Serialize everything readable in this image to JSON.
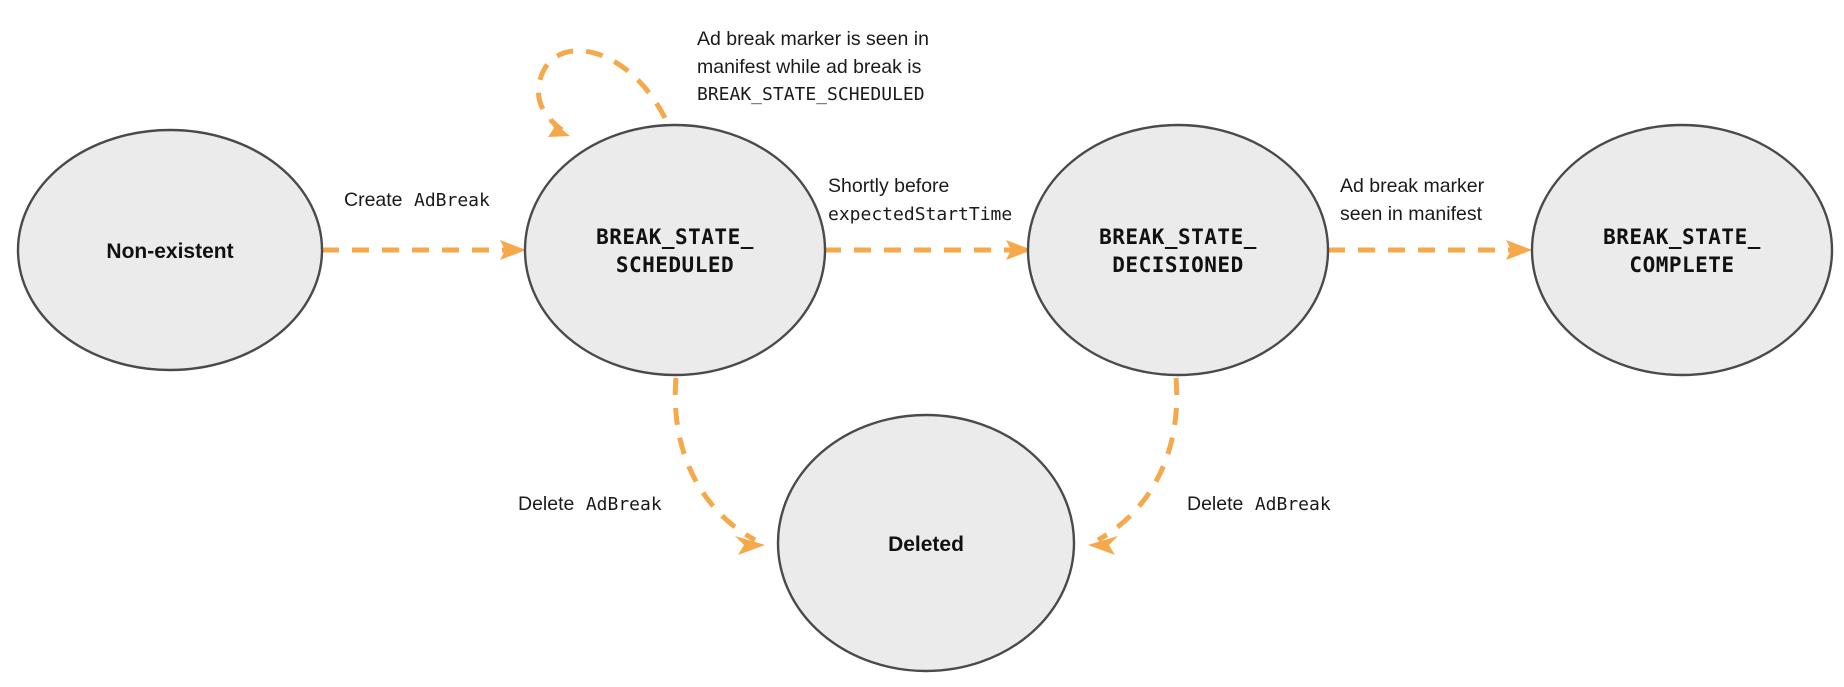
{
  "title": "Ad break state machine",
  "colors": {
    "node_fill": "#ebebeb",
    "node_stroke": "#4a4a4a",
    "edge": "#f5a94a",
    "text": "#111111",
    "background": "#ffffff"
  },
  "nodes": [
    {
      "id": "non_existent",
      "label_line1": "Non-existent",
      "label_line2": "",
      "style": "sans"
    },
    {
      "id": "scheduled",
      "label_line1": "BREAK_STATE_",
      "label_line2": "SCHEDULED",
      "style": "mono"
    },
    {
      "id": "decisioned",
      "label_line1": "BREAK_STATE_",
      "label_line2": "DECISIONED",
      "style": "mono"
    },
    {
      "id": "complete",
      "label_line1": "BREAK_STATE_",
      "label_line2": "COMPLETE",
      "style": "mono"
    },
    {
      "id": "deleted",
      "label_line1": "Deleted",
      "label_line2": "",
      "style": "sans"
    }
  ],
  "edges": [
    {
      "id": "create",
      "from": "non_existent",
      "to": "scheduled",
      "label_lines": [
        {
          "text": "Create ",
          "font": "sans"
        },
        {
          "text": "AdBreak",
          "font": "mono"
        }
      ]
    },
    {
      "id": "self_loop_scheduled",
      "from": "scheduled",
      "to": "scheduled",
      "label_lines": [
        {
          "text": "Ad break marker is seen in",
          "font": "sans"
        },
        {
          "text": "manifest while ad break is",
          "font": "sans"
        },
        {
          "text": "BREAK_STATE_SCHEDULED",
          "font": "mono"
        }
      ]
    },
    {
      "id": "scheduled_to_decisioned",
      "from": "scheduled",
      "to": "decisioned",
      "label_lines": [
        {
          "text": "Shortly before",
          "font": "sans"
        },
        {
          "text": "expectedStartTime",
          "font": "mono"
        }
      ]
    },
    {
      "id": "decisioned_to_complete",
      "from": "decisioned",
      "to": "complete",
      "label_lines": [
        {
          "text": "Ad break marker",
          "font": "sans"
        },
        {
          "text": "seen in manifest",
          "font": "sans"
        }
      ]
    },
    {
      "id": "scheduled_to_deleted",
      "from": "scheduled",
      "to": "deleted",
      "label_lines": [
        {
          "text": "Delete ",
          "font": "sans"
        },
        {
          "text": "AdBreak",
          "font": "mono"
        }
      ]
    },
    {
      "id": "decisioned_to_deleted",
      "from": "decisioned",
      "to": "deleted",
      "label_lines": [
        {
          "text": "Delete ",
          "font": "sans"
        },
        {
          "text": "AdBreak",
          "font": "mono"
        }
      ]
    }
  ],
  "labels": {
    "node0_l1": "Non-existent",
    "node1_l1": "BREAK_STATE_",
    "node1_l2": "SCHEDULED",
    "node2_l1": "BREAK_STATE_",
    "node2_l2": "DECISIONED",
    "node3_l1": "BREAK_STATE_",
    "node3_l2": "COMPLETE",
    "node4_l1": "Deleted",
    "edge_create_sans": "Create",
    "edge_create_mono": "AdBreak",
    "edge_loop_l1": "Ad break marker is seen in",
    "edge_loop_l2": "manifest while ad break is",
    "edge_loop_l3": "BREAK_STATE_SCHEDULED",
    "edge_shortly_l1": "Shortly before",
    "edge_shortly_l2": "expectedStartTime",
    "edge_marker_l1": "Ad break marker",
    "edge_marker_l2": "seen in manifest",
    "edge_delete_left_sans": "Delete",
    "edge_delete_left_mono": "AdBreak",
    "edge_delete_right_sans": "Delete",
    "edge_delete_right_mono": "AdBreak"
  }
}
